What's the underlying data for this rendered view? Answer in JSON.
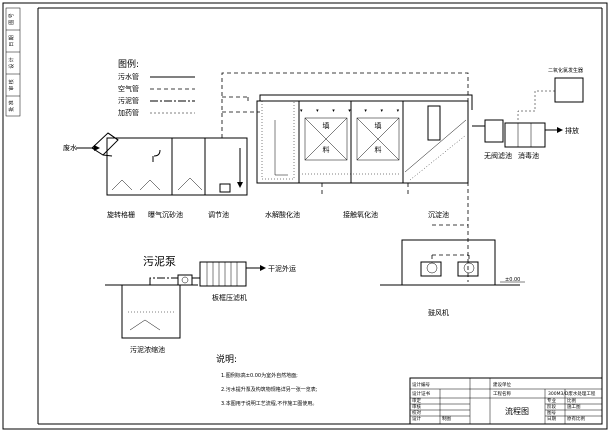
{
  "side_bar": [
    "图 号",
    "日 期",
    "设 计",
    "审 核",
    "批 准"
  ],
  "legend": {
    "title": "图例:",
    "items": [
      "污水管",
      "空气管",
      "污泥管",
      "加药管"
    ]
  },
  "units": {
    "rotary_grille": "旋转格栅",
    "aerated_grit": "曝气沉砂池",
    "equalization": "调节池",
    "hydrolysis": "水解酸化池",
    "contact_oxidation": "接触氧化池",
    "sedimentation": "沉淀池",
    "valveless_filter": "无阀滤池",
    "disinfection": "消毒池",
    "chlorine_dioxide": "二氧化氯发生器",
    "sludge_pump": "污泥泵",
    "filter_press": "板框压滤机",
    "sludge_thickener": "污泥浓缩池",
    "blower": "鼓风机"
  },
  "flow_labels": {
    "wastewater_in": "废水",
    "discharge": "排放",
    "dry_sludge": "干泥外运"
  },
  "media_label": [
    "填",
    "料"
  ],
  "elevation": "±0.00",
  "notes": {
    "title": "说明:",
    "items": [
      "1.图例标高±0.00为室外自然地面;",
      "2.污水提升泵及构筑物规格详另一张一览表;",
      "3.本图用于说明工艺流程,不作施工图使用。"
    ]
  },
  "title_block": {
    "design_unit": "建设单位",
    "project_label": "工程名称",
    "project_name": "300M3/D废水处理工程",
    "drawing_name": "流程图",
    "left_cells": [
      "设计证书",
      "审定",
      "审核",
      "校对",
      "设计",
      "制图"
    ],
    "right_cells": [
      "专业",
      "阶段",
      "图号",
      "日期",
      "比例"
    ],
    "design_number": "设计编号",
    "phase": "施工图",
    "scale_label": "原有比例"
  }
}
